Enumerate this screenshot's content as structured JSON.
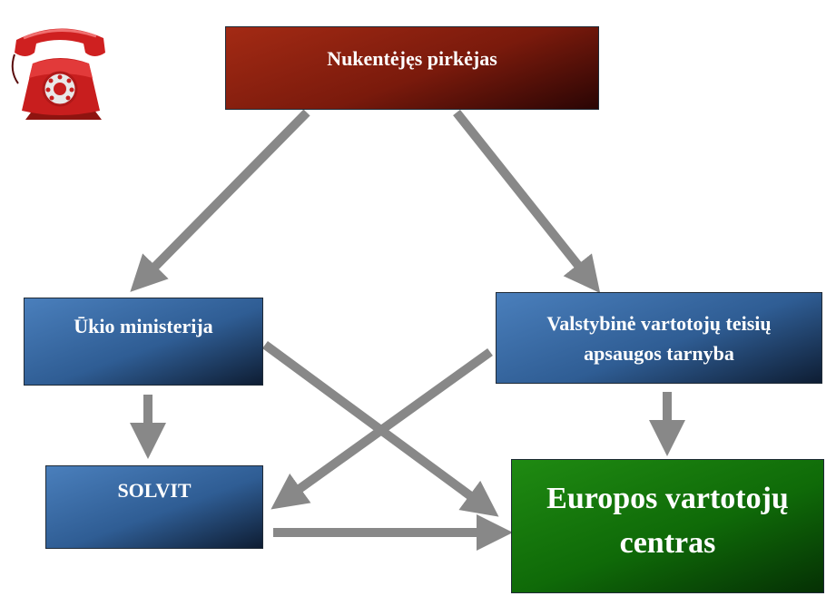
{
  "nodes": {
    "buyer": "Nukentėjęs pirkėjas",
    "ministry": "Ūkio ministerija",
    "consumer_authority": "Valstybinė vartotojų teisių apsaugos tarnyba",
    "solvit": "SOLVIT",
    "ecc": "Europos vartotojų centras"
  },
  "icons": {
    "phone": "red-rotary-phone-icon"
  },
  "colors": {
    "red": "#8a1f10",
    "blue": "#3a6aa6",
    "green": "#137a0c",
    "arrow": "#888888"
  }
}
